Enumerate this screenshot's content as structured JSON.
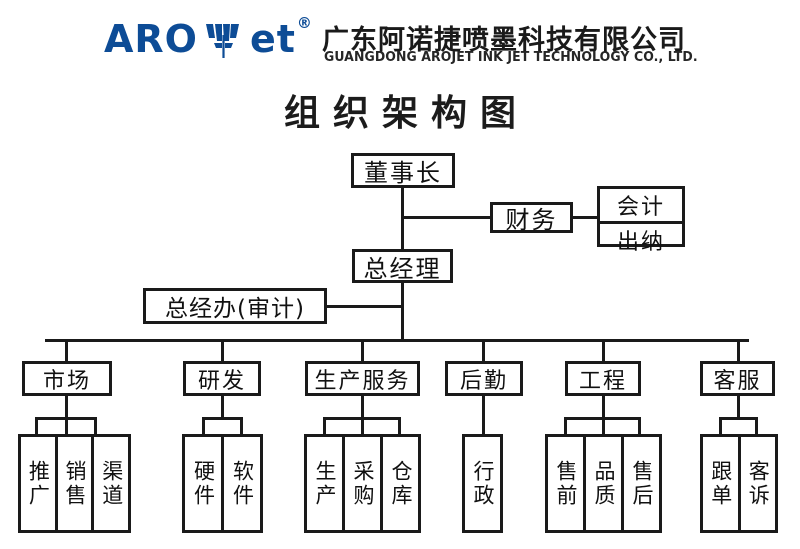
{
  "header": {
    "logo": {
      "part1": "ARO",
      "mark": "jet-leaf-icon",
      "part2": "et",
      "registered": "®",
      "color": "#0d4c96"
    },
    "company_cn": "广东阿诺捷喷墨科技有限公司",
    "company_en": "GUANGDONG AROJET INK JET TECHNOLOGY CO., LTD."
  },
  "title": "组织架构图",
  "chart_data": {
    "type": "diagram",
    "line_color": "#1a1a1a",
    "box_fill": "#ffffff",
    "nodes": {
      "chairman": "董事长",
      "finance": "财务",
      "finance_children": [
        "会计",
        "出纳"
      ],
      "general_manager": "总经理",
      "gm_office": "总经办(审计)"
    },
    "departments": [
      {
        "label": "市场",
        "children": [
          "推广",
          "销售",
          "渠道"
        ]
      },
      {
        "label": "研发",
        "children": [
          "硬件",
          "软件"
        ]
      },
      {
        "label": "生产服务",
        "children": [
          "生产",
          "采购",
          "仓库"
        ]
      },
      {
        "label": "后勤",
        "children": [
          "行政"
        ]
      },
      {
        "label": "工程",
        "children": [
          "售前",
          "品质",
          "售后"
        ]
      },
      {
        "label": "客服",
        "children": [
          "跟单",
          "客诉"
        ]
      }
    ]
  }
}
